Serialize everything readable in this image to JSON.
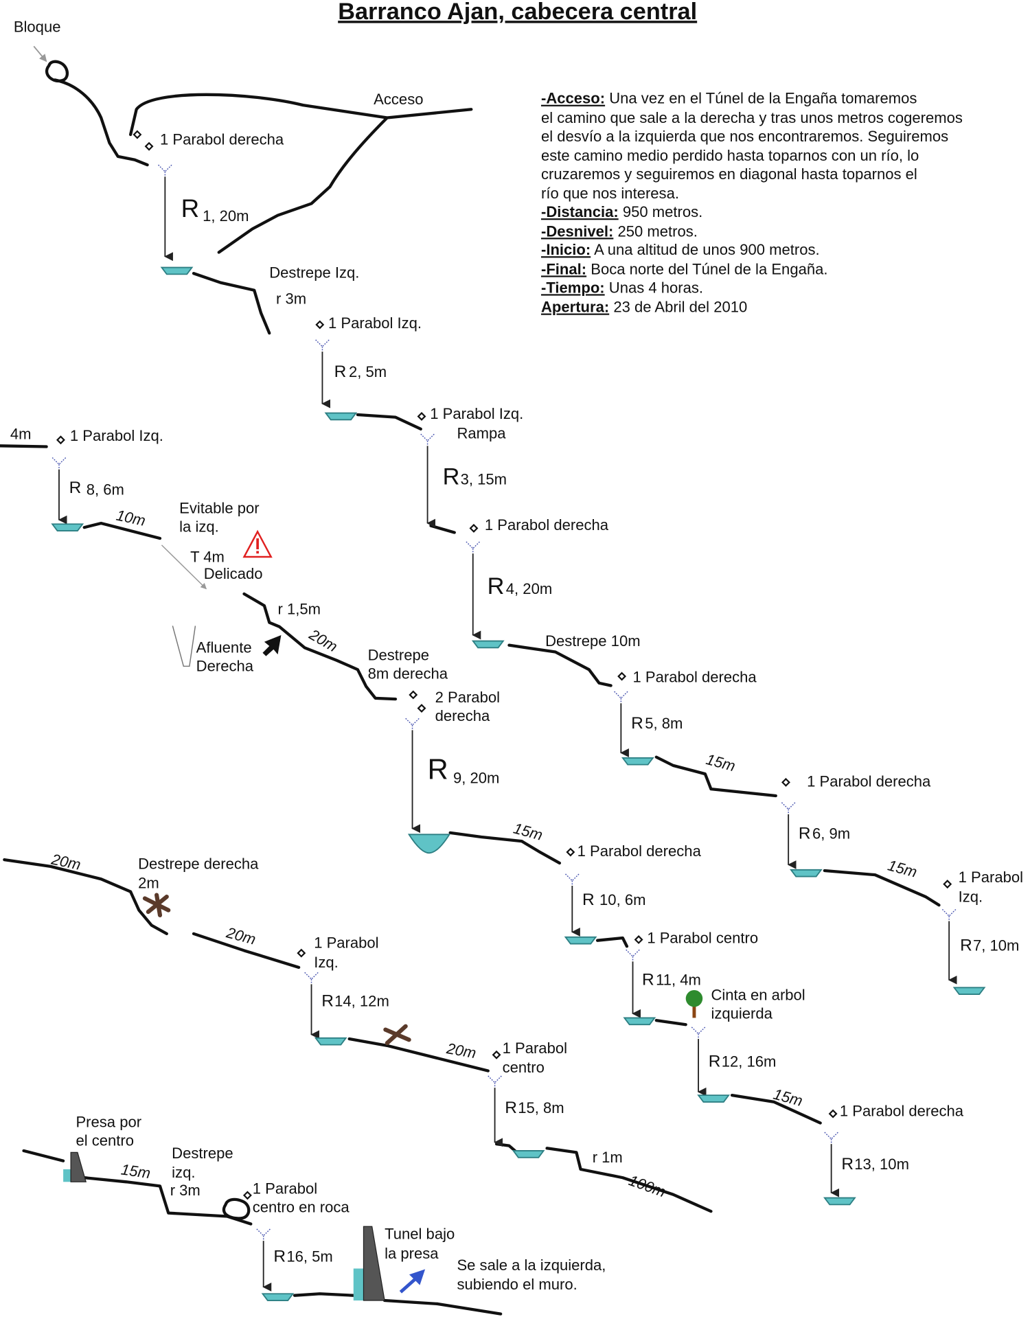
{
  "title": "Barranco Ajan, cabecera central",
  "description": {
    "acceso_label": "-Acceso:",
    "acceso_lines": [
      " Una vez en el Túnel de la Engaña tomaremos",
      "el camino que sale a la derecha y tras unos metros cogeremos",
      "el desvío a la izquierda que nos encontraremos. Seguiremos",
      "este camino medio perdido hasta toparnos con un río, lo",
      "cruzaremos y seguiremos en diagonal hasta toparnos el",
      "río que nos interesa."
    ],
    "distancia_label": "-Distancia:",
    "distancia": " 950 metros.",
    "desnivel_label": "-Desnivel:",
    "desnivel": " 250 metros.",
    "inicio_label": "-Inicio:",
    "inicio": " A una altitud de unos 900 metros.",
    "final_label": "-Final:",
    "final": " Boca norte del Túnel de la Engaña.",
    "tiempo_label": "-Tiempo:",
    "tiempo": " Unas 4 horas.",
    "apertura_label": "Apertura:",
    "apertura": " 23 de Abril del 2010"
  },
  "rappels": [
    {
      "letter": "R",
      "text": "1, 20m"
    },
    {
      "letter": "R",
      "text": "2, 5m"
    },
    {
      "letter": "R",
      "text": "3, 15m"
    },
    {
      "letter": "R",
      "text": "4, 20m"
    },
    {
      "letter": "R",
      "text": "5, 8m"
    },
    {
      "letter": "R",
      "text": "6, 9m"
    },
    {
      "letter": "R",
      "text": "7, 10m"
    },
    {
      "letter": "R",
      "text": "8, 6m"
    },
    {
      "letter": "R",
      "text": "9, 20m"
    },
    {
      "letter": "R",
      "text": "10, 6m"
    },
    {
      "letter": "R",
      "text": "11, 4m"
    },
    {
      "letter": "R",
      "text": "12, 16m"
    },
    {
      "letter": "R",
      "text": "13, 10m"
    },
    {
      "letter": "R",
      "text": "14, 12m"
    },
    {
      "letter": "R",
      "text": "15, 8m"
    },
    {
      "letter": "R",
      "text": "16, 5m"
    }
  ],
  "labels": {
    "bloque": "Bloque",
    "acceso": "Acceso",
    "a1": "1 Parabol derecha",
    "destrepe_izq": "Destrepe Izq.",
    "r3m": "r 3m",
    "a2": "1 Parabol Izq.",
    "a3": "1 Parabol Izq.",
    "rampa": "Rampa",
    "a4": "1 Parabol derecha",
    "destrepe10": "Destrepe 10m",
    "a5": "1 Parabol derecha",
    "d15a": "15m",
    "a6": "1 Parabol derecha",
    "d15b": "15m",
    "a7a": "1 Parabol",
    "a7b": "Izq.",
    "d4m": "4m",
    "a8": "1 Parabol Izq.",
    "d10m": "10m",
    "evitable1": "Evitable por",
    "evitable2": "la izq.",
    "t4m": "T 4m",
    "delicado": "Delicado",
    "r15m": "r 1,5m",
    "d20a": "20m",
    "afluente1": "Afluente",
    "afluente2": "Derecha",
    "destrepe8a": "Destrepe",
    "destrepe8b": "8m derecha",
    "a9a": "2 Parabol",
    "a9b": "derecha",
    "d15c": "15m",
    "a10": "1 Parabol derecha",
    "a11": "1 Parabol centro",
    "cinta1": "Cinta en arbol",
    "cinta2": "izquierda",
    "d15d": "15m",
    "a13": "1 Parabol derecha",
    "d20b": "20m",
    "destrepe_der1": "Destrepe derecha",
    "destrepe_der2": "2m",
    "d20c": "20m",
    "a14a": "1 Parabol",
    "a14b": "Izq.",
    "d20d": "20m",
    "a15a": "1 Parabol",
    "a15b": "centro",
    "r1m": "r 1m",
    "d100m": "100m",
    "presa1": "Presa por",
    "presa2": "el centro",
    "d15e": "15m",
    "destrepe_izq2a": "Destrepe",
    "destrepe_izq2b": "izq.",
    "r3m2": "r 3m",
    "a16a": "1 Parabol",
    "a16b": "centro en roca",
    "tunel1": "Tunel bajo",
    "tunel2": "la presa",
    "sale1": "Se sale a la izquierda,",
    "sale2": "subiendo el muro."
  },
  "colors": {
    "pool": "#5fc3c6",
    "warning": "#e02020",
    "tree": "#2e8b2e",
    "exit_arrow": "#3355cc"
  }
}
